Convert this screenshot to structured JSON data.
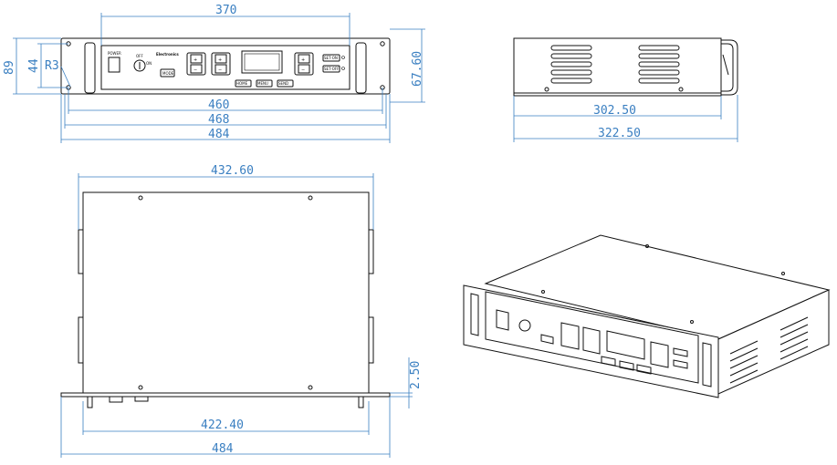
{
  "dimensions": {
    "front_width_top": "370",
    "height_total": "89",
    "height_inner": "44",
    "corner_radius": "R3",
    "side_height": "67.60",
    "hole_spacing": "460",
    "inner_width": "468",
    "overall_width": "484",
    "side_depth_inner": "302.50",
    "side_depth_total": "322.50",
    "top_width": "432.60",
    "bottom_thickness": "2.50",
    "bottom_width": "422.40",
    "bottom_overall": "484"
  },
  "panel_labels": {
    "power": "POWER",
    "off": "OFF",
    "on": "ON",
    "brand": "Electronics",
    "mode": "MODE",
    "plus": "+",
    "minus": "−",
    "set_on": "SET-ON",
    "set_off": "SET-OFF",
    "home": "HOME",
    "menu": "MENU",
    "send": "SEND"
  }
}
